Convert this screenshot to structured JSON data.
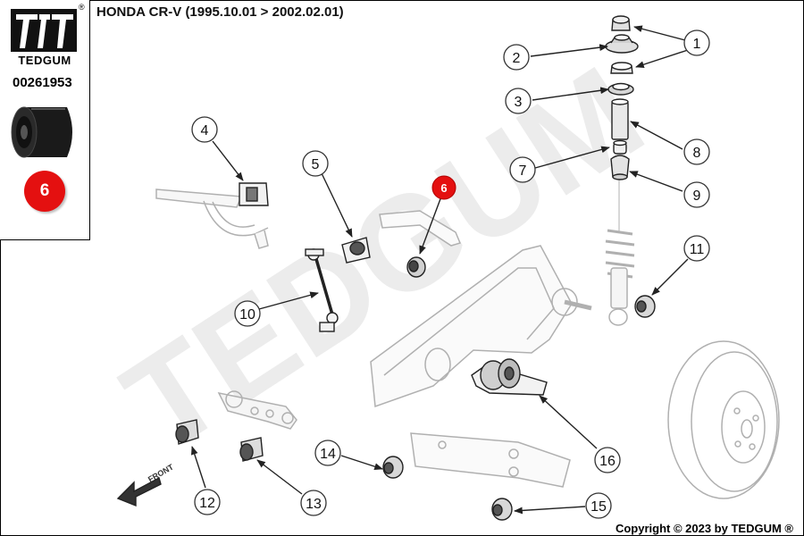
{
  "title": "HONDA CR-V (1995.10.01 > 2002.02.01)",
  "brand": {
    "name": "TEDGUM",
    "registered": "®",
    "watermark": "TEDGUM"
  },
  "part_number": "00261953",
  "highlight_callout": "6",
  "copyright": "Copyright © 2023 by TEDGUM ®",
  "front_label": "FRONT",
  "colors": {
    "highlight": "#e41010",
    "line": "#222222",
    "part_fill": "#dddddd",
    "watermark": "#ececec"
  },
  "callouts": [
    {
      "id": "callout-1",
      "label": "1"
    },
    {
      "id": "callout-2",
      "label": "2"
    },
    {
      "id": "callout-3",
      "label": "3"
    },
    {
      "id": "callout-4",
      "label": "4"
    },
    {
      "id": "callout-5",
      "label": "5"
    },
    {
      "id": "callout-6",
      "label": "6"
    },
    {
      "id": "callout-7",
      "label": "7"
    },
    {
      "id": "callout-8",
      "label": "8"
    },
    {
      "id": "callout-9",
      "label": "9"
    },
    {
      "id": "callout-10",
      "label": "10"
    },
    {
      "id": "callout-11",
      "label": "11"
    },
    {
      "id": "callout-12",
      "label": "12"
    },
    {
      "id": "callout-13",
      "label": "13"
    },
    {
      "id": "callout-14",
      "label": "14"
    },
    {
      "id": "callout-15",
      "label": "15"
    },
    {
      "id": "callout-16",
      "label": "16"
    }
  ]
}
